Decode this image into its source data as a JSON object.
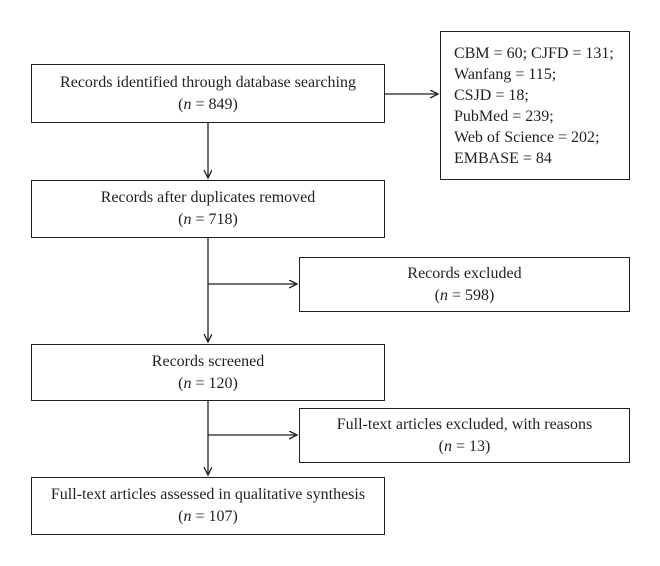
{
  "boxes": {
    "identified": {
      "label": "Records identified through database searching",
      "count": "= 849)"
    },
    "sources": [
      "CBM = 60; CJFD = 131;",
      "Wanfang = 115;",
      "CSJD = 18;",
      "PubMed = 239;",
      "Web of Science = 202;",
      "EMBASE = 84"
    ],
    "after_duplicates": {
      "label": "Records after duplicates removed",
      "count": "= 718)"
    },
    "excluded": {
      "label": "Records excluded",
      "count": "= 598)"
    },
    "screened": {
      "label": "Records screened",
      "count": "= 120)"
    },
    "fulltext_excluded": {
      "label": "Full-text articles excluded, with reasons",
      "count": "= 13)"
    },
    "assessed": {
      "label": "Full-text articles assessed in qualitative synthesis",
      "count": "= 107)"
    }
  },
  "n_symbol": "n",
  "colors": {
    "stroke": "#231f20",
    "background": "#ffffff"
  }
}
